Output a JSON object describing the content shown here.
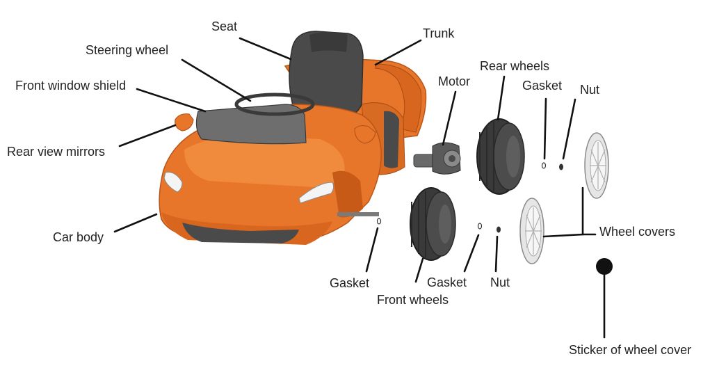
{
  "labels": {
    "seat": "Seat",
    "trunk": "Trunk",
    "steering_wheel": "Steering wheel",
    "front_window_shield": "Front window shield",
    "rear_view_mirrors": "Rear view mirrors",
    "car_body": "Car body",
    "motor": "Motor",
    "rear_wheels": "Rear wheels",
    "gasket_top": "Gasket",
    "nut_top": "Nut",
    "wheel_covers": "Wheel covers",
    "gasket_left": "Gasket",
    "gasket_mid": "Gasket",
    "nut_bottom": "Nut",
    "front_wheels": "Front wheels",
    "sticker": "Sticker of wheel cover"
  },
  "colors": {
    "body": "#E8762A",
    "body_dark": "#B8561A",
    "body_light": "#F5A66A",
    "plastic": "#4A4A4A",
    "plastic_dark": "#2E2E2E",
    "glass": "#6E6E6E",
    "rim": "#D6D6D6",
    "leader": "#111111"
  }
}
